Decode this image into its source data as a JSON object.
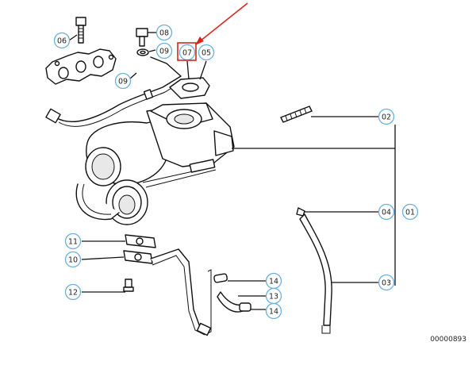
{
  "diagram": {
    "reference_number": "00000893",
    "callouts": [
      {
        "id": "c06",
        "label": "06"
      },
      {
        "id": "c08",
        "label": "08"
      },
      {
        "id": "c09a",
        "label": "09"
      },
      {
        "id": "c09b",
        "label": "09"
      },
      {
        "id": "c07",
        "label": "07",
        "highlighted": true
      },
      {
        "id": "c05",
        "label": "05"
      },
      {
        "id": "c02",
        "label": "02"
      },
      {
        "id": "c04",
        "label": "04"
      },
      {
        "id": "c01",
        "label": "01"
      },
      {
        "id": "c11",
        "label": "11"
      },
      {
        "id": "c10",
        "label": "10"
      },
      {
        "id": "c12",
        "label": "12"
      },
      {
        "id": "c14a",
        "label": "14"
      },
      {
        "id": "c13",
        "label": "13"
      },
      {
        "id": "c14b",
        "label": "14"
      },
      {
        "id": "c03",
        "label": "03"
      }
    ],
    "colors": {
      "callout_ring": "#6ab0de",
      "highlight": "#d7261e",
      "line": "#111111"
    }
  }
}
